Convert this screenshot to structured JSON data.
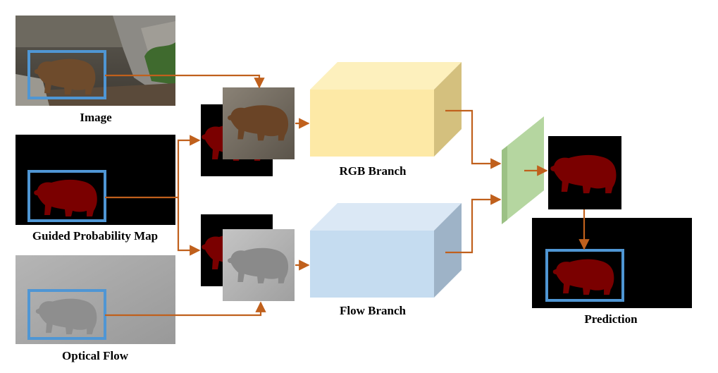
{
  "labels": {
    "image": "Image",
    "guided_map": "Guided Probability Map",
    "optical_flow": "Optical Flow",
    "rgb_branch": "RGB Branch",
    "flow_branch": "Flow Branch",
    "prediction": "Prediction"
  },
  "colors": {
    "arrow": "#c0601c",
    "bbox": "#4f96d4",
    "mask": "#7a0000",
    "rgb_branch": "#fde9a6",
    "flow_branch": "#c5dcf0",
    "fusion": "#b5d6a0"
  }
}
